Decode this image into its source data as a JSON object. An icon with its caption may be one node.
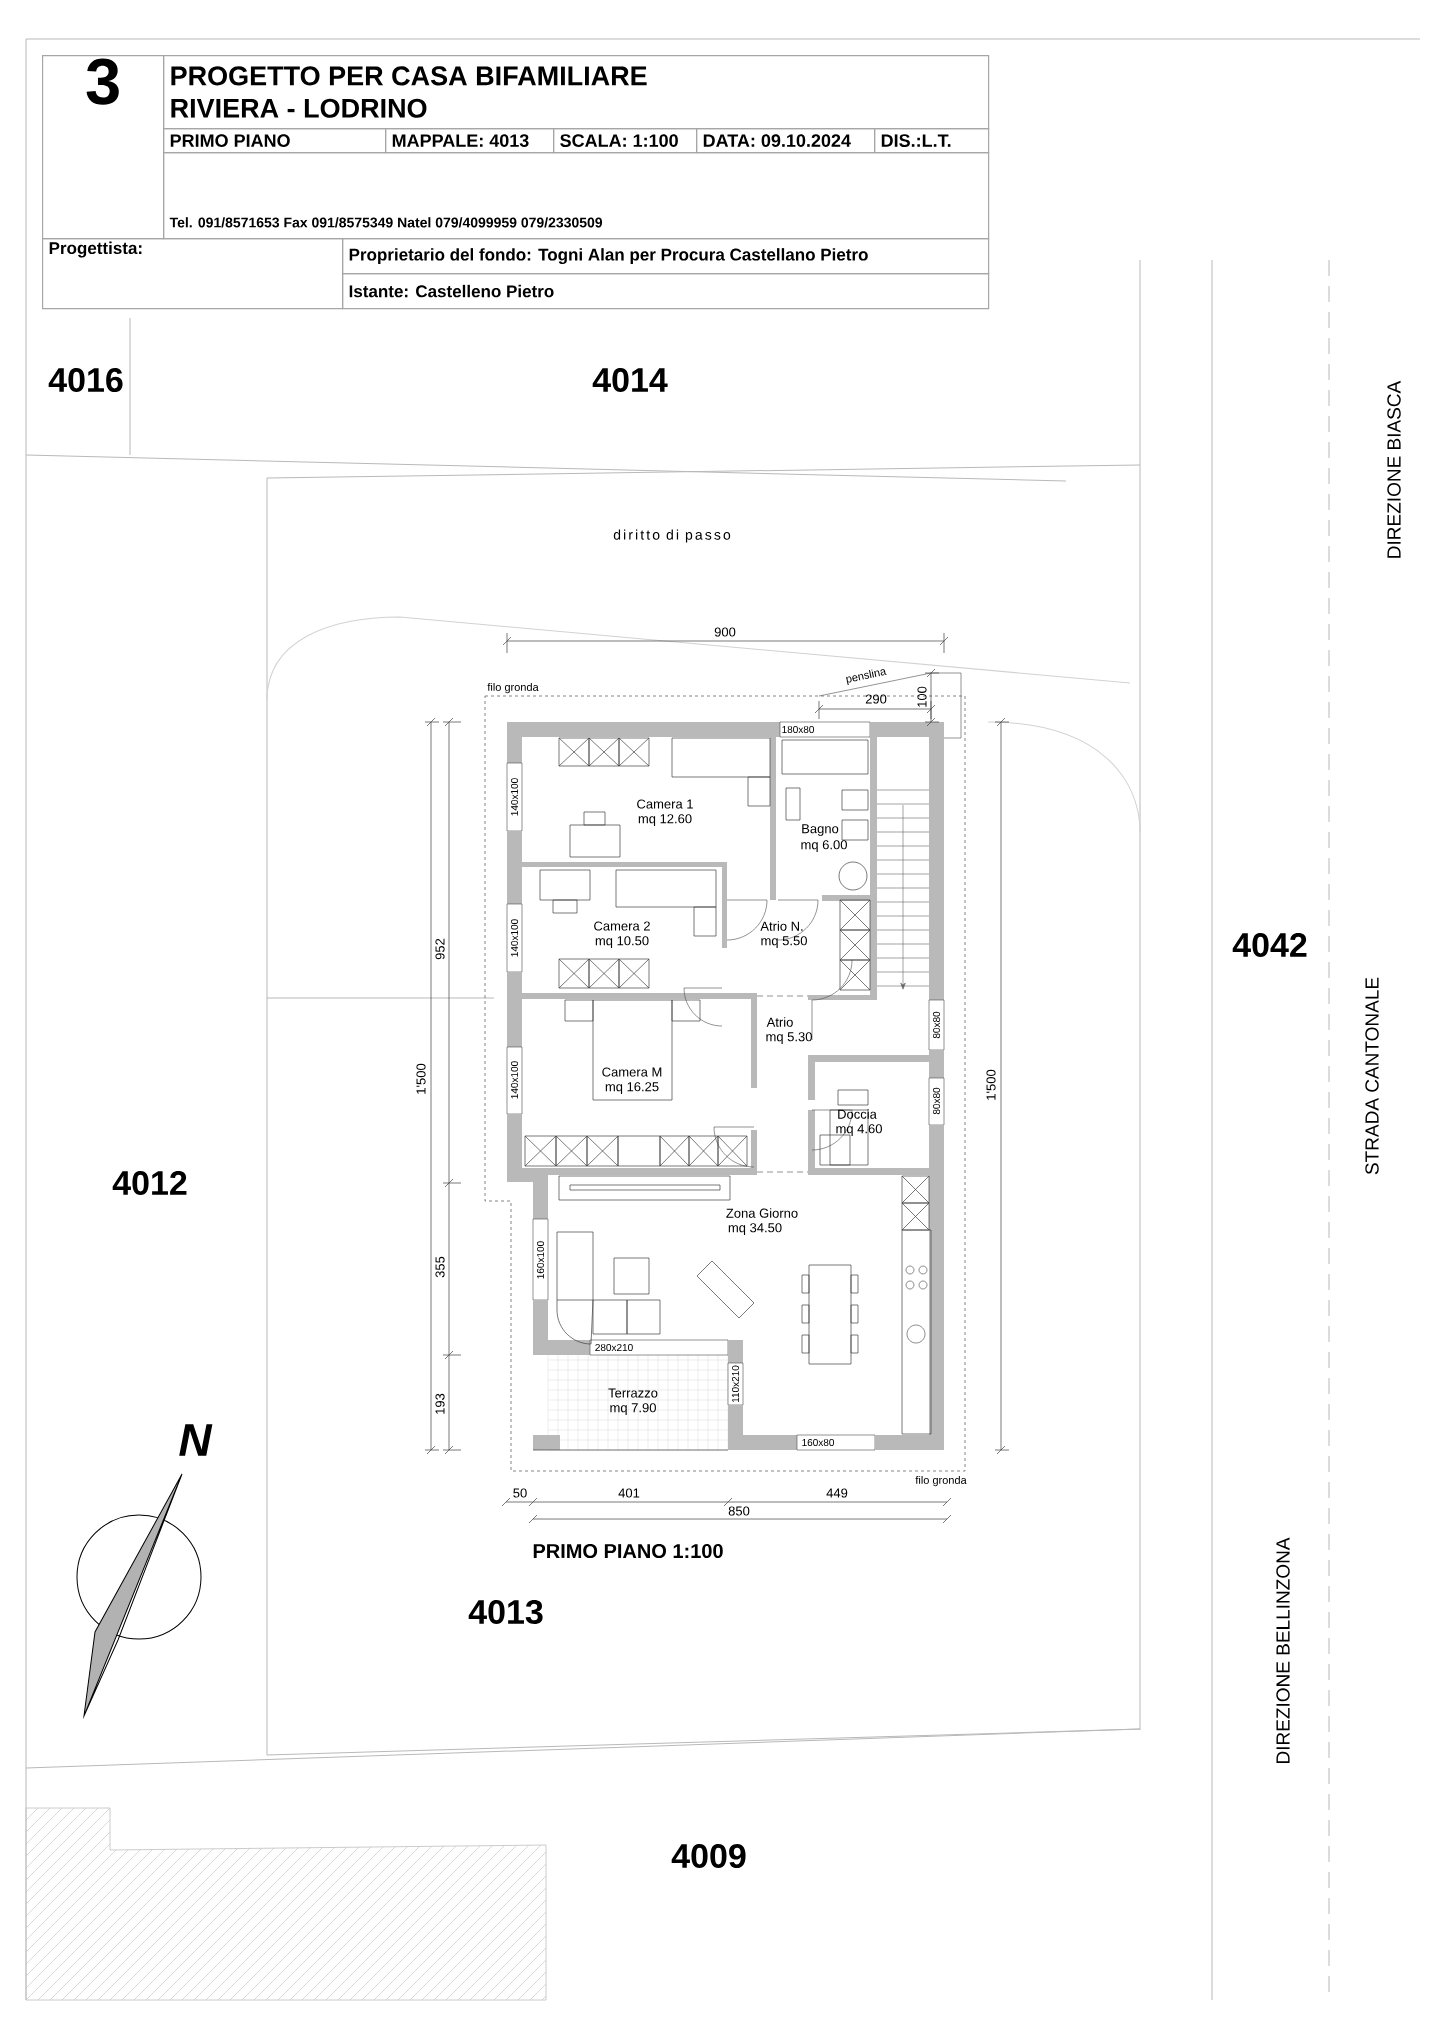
{
  "diagram": {
    "nodes": [
      {
        "text": [
          "3"
        ]
      },
      {
        "text": [
          "PROGETTO PER CASA BIFAMILIARE",
          "RIVIERA - LODRINO"
        ]
      },
      {
        "text": [
          "PRIMO PIANO"
        ]
      },
      {
        "text": [
          "MAPPALE: 4013"
        ]
      },
      {
        "text": [
          "SCALA: 1:100"
        ]
      },
      {
        "text": [
          "DATA: 09.10.2024"
        ]
      },
      {
        "text": [
          "DIS.:L.T."
        ]
      },
      {
        "text": [
          "Tel. 091/8571653 Fax 091/8575349 Natel 079/4099959 079/2330509"
        ]
      },
      {
        "text": [
          "Progettista:"
        ]
      },
      {
        "text": [
          "Proprietario del fondo: Togni Alan per Procura Castellano Pietro"
        ]
      },
      {
        "text": [
          "Istante: Castelleno Pietro"
        ]
      }
    ],
    "labels": [
      "4016",
      "4014",
      "DIREZIONE BIASCA",
      "diritto di passo",
      "900",
      "filo gronda",
      "penslina",
      "290",
      "100",
      "180x80",
      "Camera 1",
      "mq 12.60",
      "Bagno",
      "mq 6.00",
      "140x100",
      "Camera 2",
      "mq 10.50",
      "Atrio N.",
      "mq 5.50",
      "140x100",
      "952",
      "4042",
      "STRADA CANTONALE",
      "Atrio",
      "mq 5.30",
      "80x80",
      "1'500",
      "140x100",
      "Camera M",
      "mq 16.25",
      "80x80",
      "1'500",
      "Doccia",
      "mq 4.60",
      "4012",
      "Zona Giorno",
      "mq 34.50",
      "160x100",
      "355",
      "280x210",
      "110x210",
      "Terrazzo",
      "mq 7.90",
      "193",
      "160x80",
      "filo gronda",
      "N",
      "50",
      "401",
      "449",
      "850",
      "PRIMO PIANO 1:100",
      "4013",
      "DIREZIONE BELLINZONA",
      "4009"
    ]
  }
}
